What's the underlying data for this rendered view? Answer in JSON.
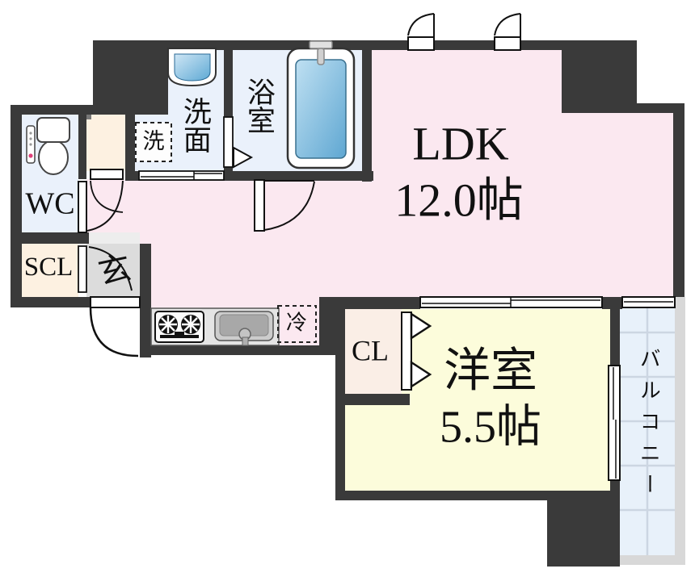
{
  "floorplan": {
    "rooms": {
      "ldk": {
        "label": "LDK",
        "size": "12.0帖"
      },
      "western": {
        "label": "洋室",
        "size": "5.5帖"
      },
      "wc": {
        "label": "WC"
      },
      "scl": {
        "label": "SCL"
      },
      "closet": {
        "label": "CL"
      },
      "entrance": {
        "label": "玄"
      },
      "washroom": {
        "label": "洗面"
      },
      "bathroom": {
        "label": "浴室"
      },
      "balcony": {
        "label": "バルコニー"
      }
    },
    "fixtures": {
      "washing_machine": {
        "label": "洗"
      },
      "refrigerator": {
        "label": "冷"
      }
    },
    "icons": [
      "toilet-icon",
      "washbasin-icon",
      "bathtub-icon",
      "stove-icon",
      "kitchen-sink-icon",
      "pipe-shaft-icon"
    ],
    "colors": {
      "wall": "#3a3a3a",
      "ldk": "#fbe8f0",
      "western_room": "#fcfcdb",
      "wet_area": "#eaf1fb",
      "balcony": "#e8f1fa",
      "balcony_frame": "#d8d8d8",
      "balcony_grid": "#ccd6e2",
      "entrance": "#dcdcdc",
      "entrance_step": "#ededed",
      "storage": "#fdf1e1",
      "closet": "#faeee6",
      "counter": "#e4e4e4",
      "tub_water_light": "#b5daf0",
      "tub_water_dark": "#66abd6",
      "ps_fill": "#c6dcea"
    }
  }
}
